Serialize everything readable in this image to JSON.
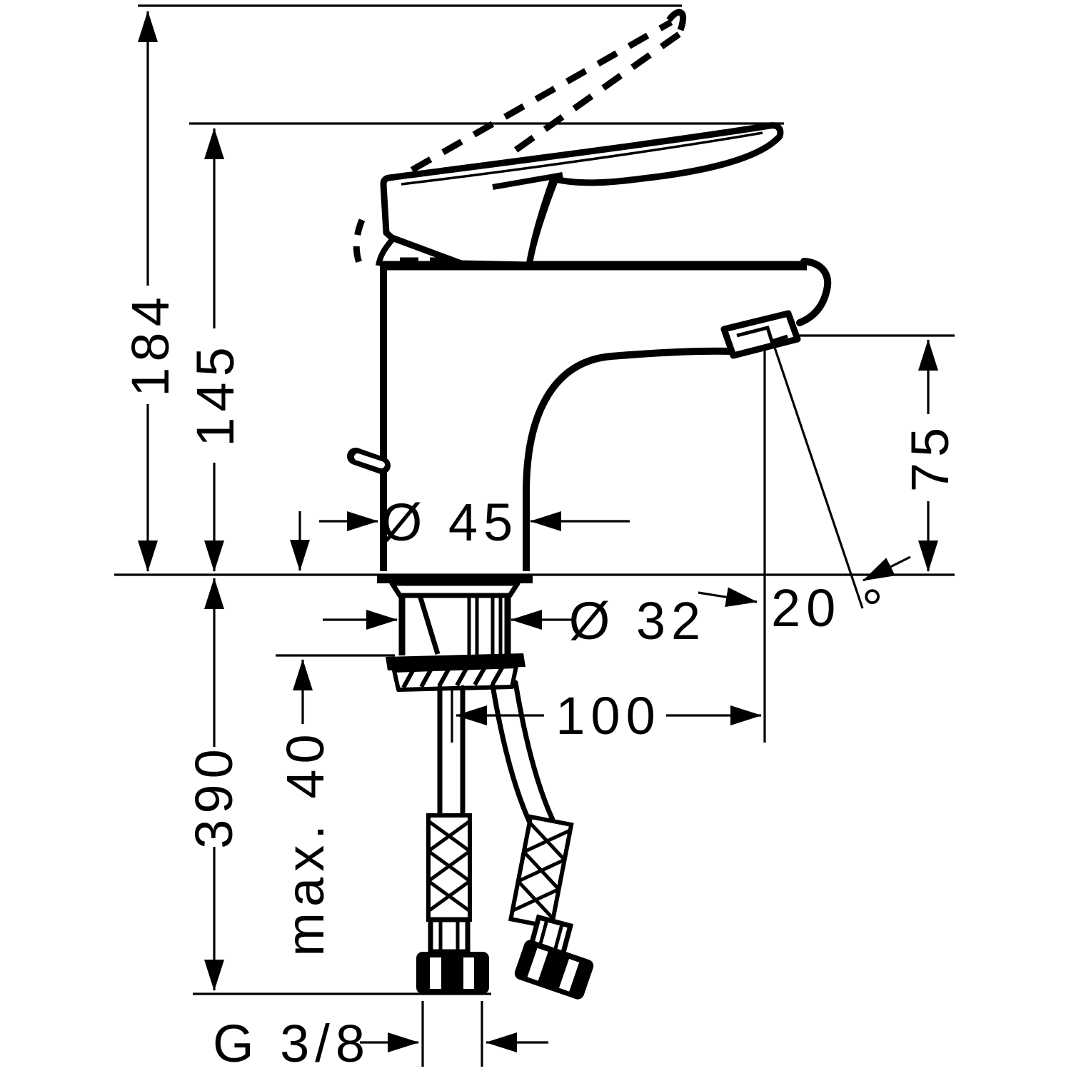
{
  "title": "Single-lever basin mixer – technical dimension drawing (side view)",
  "colors": {
    "line": "#000000",
    "background": "#ffffff"
  },
  "labels": {
    "overall_height": "184",
    "height_to_handle": "145",
    "outlet_height": "75",
    "body_diameter": "Ø 45",
    "waste_diameter": "Ø 32",
    "spout_reach": "100",
    "spray_angle": "20 °",
    "hose_length": "390",
    "max_mounting_thickness": "max. 40",
    "supply_thread": "G 3/8"
  }
}
